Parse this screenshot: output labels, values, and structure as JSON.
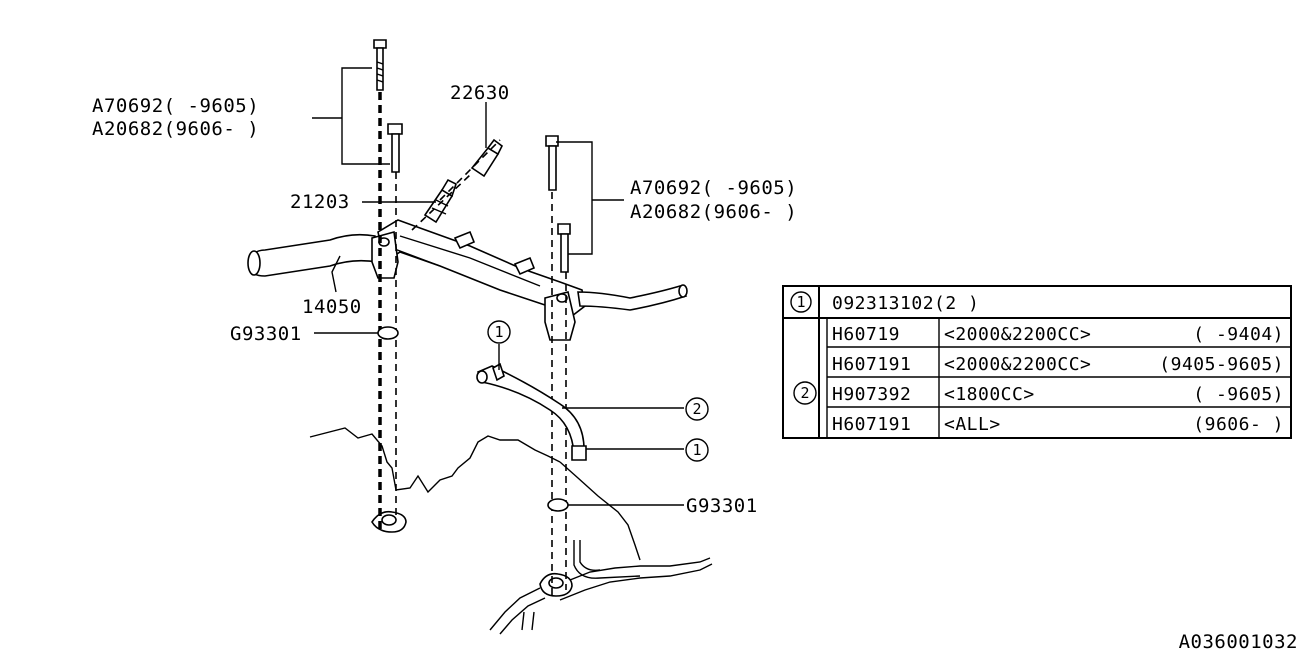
{
  "diagram_id": "A036001032",
  "labels": {
    "bolt_left_1": "A70692(    -9605)",
    "bolt_left_2": "A20682(9606-    )",
    "sensor_top": "22630",
    "sensor_mid": "21203",
    "pipe": "14050",
    "gasket_left": "G93301",
    "bolt_right_1": "A70692(    -9605)",
    "bolt_right_2": "A20682(9606-    )",
    "gasket_right": "G93301",
    "callout_1_top": "1",
    "callout_2": "2",
    "callout_1_bottom": "1"
  },
  "table": {
    "row1": {
      "marker": "1",
      "part": "092313102(2 )"
    },
    "marker2": "2",
    "rows": [
      {
        "part": "H60719",
        "spec": "<2000&2200CC>",
        "range": "(        -9404)"
      },
      {
        "part": "H607191",
        "spec": "<2000&2200CC>",
        "range": "(9405-9605)"
      },
      {
        "part": "H907392",
        "spec": "<1800CC>",
        "range": "(      -9605)"
      },
      {
        "part": "H607191",
        "spec": "<ALL>",
        "range": "(9606-      )"
      }
    ]
  }
}
